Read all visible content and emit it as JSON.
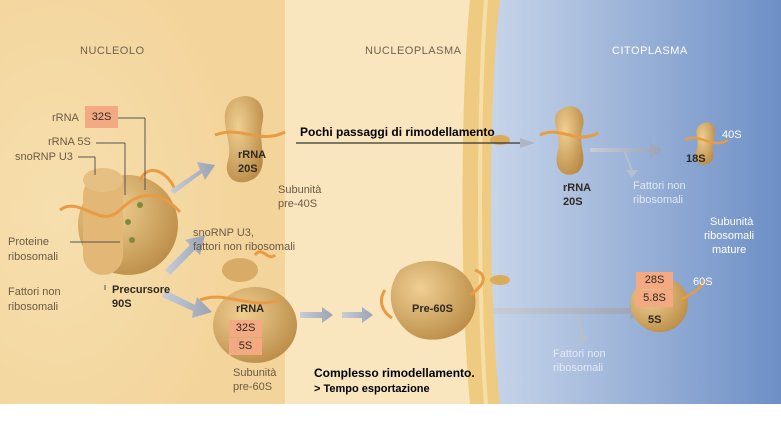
{
  "regions": {
    "nucleolo": "NUCLEOLO",
    "nucleoplasma": "NUCLEOPLASMA",
    "citoplasma": "CITOPLASMA"
  },
  "precursor": {
    "rrna_label": "rRNA",
    "rrna_value": "32S",
    "rrna5s": "rRNA 5S",
    "snornp": "snoRNP U3",
    "proteine": "Proteine",
    "ribosomali": "ribosomali",
    "fattori": "Fattori non",
    "fattori2": "ribosomali",
    "name": "Precursore",
    "size": "90S"
  },
  "upper_path": {
    "rrna": "rRNA",
    "rrna_size": "20S",
    "subunit_l1": "Subunità",
    "subunit_l2": "pre-40S",
    "caption": "Pochi passaggi di rimodellamento",
    "cyto_rrna": "rRNA",
    "cyto_size": "20S",
    "fattori_l1": "Fattori non",
    "fattori_l2": "ribosomali",
    "mature_18s": "18S",
    "mature_40s": "40S"
  },
  "middle": {
    "released_l1": "snoRNP U3,",
    "released_l2": "fattori non ribosomali"
  },
  "lower_path": {
    "rrna": "rRNA",
    "box1": "32S",
    "box2": "5S",
    "subunit_l1": "Subunità",
    "subunit_l2": "pre-60S",
    "pre60s": "Pre-60S",
    "caption": "Complesso rimodellamento.",
    "subcaption": "> Tempo esportazione",
    "fattori_l1": "Fattori non",
    "fattori_l2": "ribosomali",
    "mature_28s": "28S",
    "mature_58s": "5.8S",
    "mature_5s": "5S",
    "mature_60s": "60S"
  },
  "mature_label": {
    "l1": "Subunità",
    "l2": "ribosomali",
    "l3": "mature"
  },
  "colors": {
    "nucleolus_bg": "#f5deac",
    "nucleoplasm_bg": "#f8e3b7",
    "cytoplasm_bg": "#8ea8d4",
    "envelope": "#e9c06b",
    "particle": "#d6a865",
    "label_box": "#f3a981",
    "rna_strand": "#e89b43"
  }
}
